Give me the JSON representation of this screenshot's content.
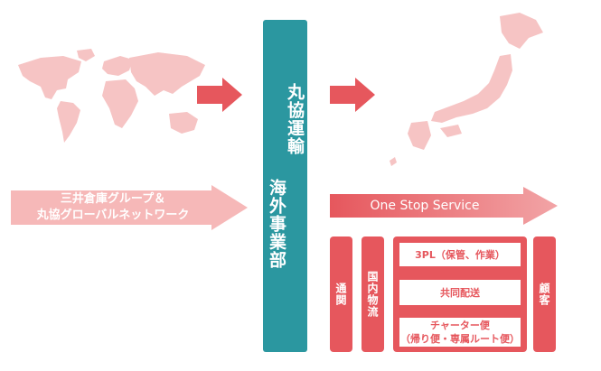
{
  "colors": {
    "accent": "#e6575d",
    "light": "#f6b8b8",
    "teal": "#2b97a0"
  },
  "left": {
    "network_line1": "三井倉庫グループ＆",
    "network_line2": "丸協グローバルネットワーク"
  },
  "center": {
    "col_line1": "丸協運輸",
    "col_line2": "海外事業部"
  },
  "right": {
    "one_stop": "One Stop Service",
    "customs": "通関",
    "domestic": "国内物流",
    "customer": "顧客",
    "services": [
      "3PL（保管、作業）",
      "共同配送",
      "チャーター便",
      "（帰り便・専属ルート便）"
    ]
  }
}
